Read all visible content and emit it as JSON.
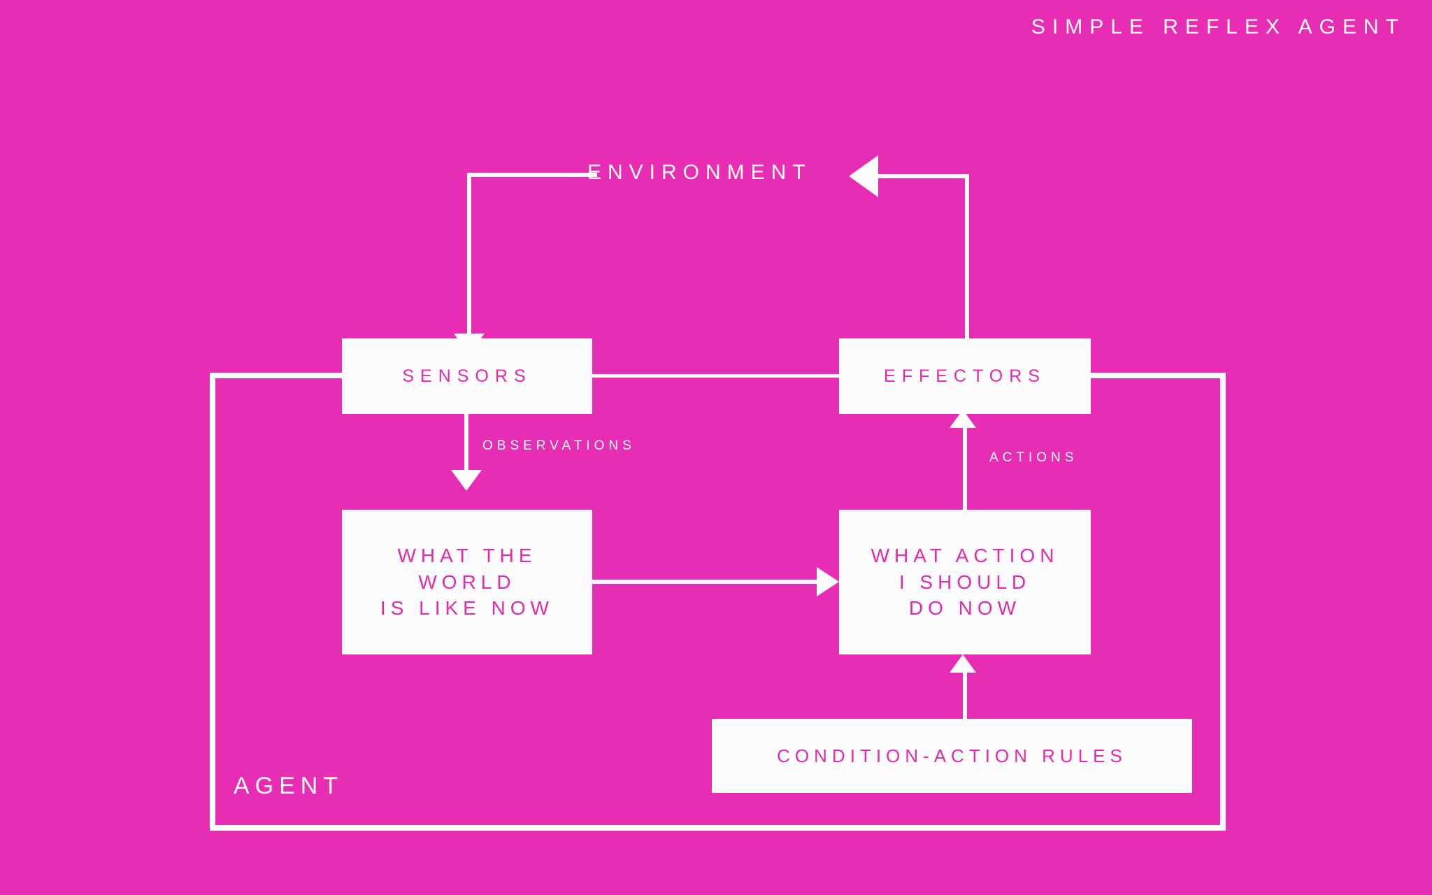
{
  "page": {
    "title": "SIMPLE REFLEX AGENT",
    "background_color": "#e62db4",
    "foreground_color": "#ffffff",
    "node_fill_color": "#fdfcfc",
    "node_text_color": "#e22ba8"
  },
  "diagram": {
    "environment_label": "ENVIRONMENT",
    "agent_label": "AGENT",
    "nodes": {
      "sensors": "SENSORS",
      "effectors": "EFFECTORS",
      "world_state_line1": "WHAT THE",
      "world_state_line2": "WORLD",
      "world_state_line3": "IS LIKE NOW",
      "action_choice_line1": "WHAT ACTION",
      "action_choice_line2": "I SHOULD",
      "action_choice_line3": "DO NOW",
      "rules": "CONDITION-ACTION RULES"
    },
    "edges": {
      "observations": "OBSERVATIONS",
      "actions": "ACTIONS"
    }
  }
}
